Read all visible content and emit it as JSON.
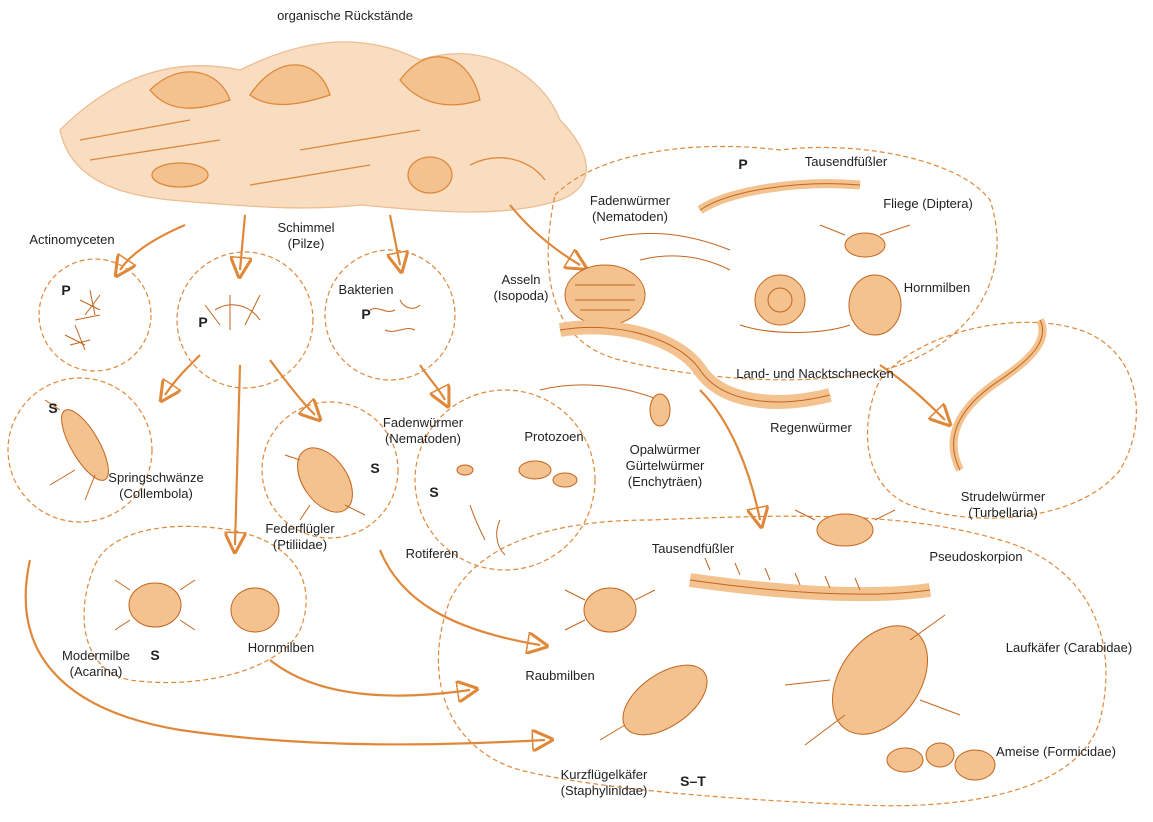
{
  "colors": {
    "ink": "#e0883a",
    "fill": "#f3c28f",
    "dark": "#c4651e",
    "text": "#222222"
  },
  "labels": {
    "residues": "organische Rückstände",
    "actinomyceten": "Actinomyceten",
    "schimmel": [
      "Schimmel",
      "(Pilze)"
    ],
    "bakterien": "Bakterien",
    "asseln": [
      "Asseln",
      "(Isopoda)"
    ],
    "fadenwuermer_top": [
      "Fadenwürmer",
      "(Nematoden)"
    ],
    "tausendfuessler_top": "Tausendfüßler",
    "fliege": "Fliege (Diptera)",
    "hornmilben_top": "Hornmilben",
    "schnecken": "Land- und Nacktschnecken",
    "regenwuermer": "Regenwürmer",
    "opalwuermer": [
      "Opalwürmer",
      "Gürtelwürmer",
      "(Enchyträen)"
    ],
    "fadenwuermer_mid": [
      "Fadenwürmer",
      "(Nematoden)"
    ],
    "protozoen": "Protozoen",
    "rotiferen": "Rotiferen",
    "springschwaenze": [
      "Springschwänze",
      "(Collembola)"
    ],
    "federfluegler": [
      "Federflügler",
      "(Ptiliidae)"
    ],
    "modermilbe": [
      "Modermilbe",
      "(Acarina)"
    ],
    "hornmilben_bottom": "Hornmilben",
    "raubmilben": "Raubmilben",
    "strudelwuermer": [
      "Strudelwürmer",
      "(Turbellaria)"
    ],
    "tausendfuessler_bottom": "Tausendfüßler",
    "pseudoskorpion": "Pseudoskorpion",
    "laufkaefer": "Laufkäfer (Carabidae)",
    "ameise": "Ameise (Formicidae)",
    "kurzfluegelkaefer": [
      "Kurzflügelkäfer",
      "(Staphylinidae)"
    ]
  },
  "tiers": {
    "p_actino": "P",
    "p_schimmel": "P",
    "p_bakterien": "P",
    "p_top": "P",
    "s_spring": "S",
    "s_feder": "S",
    "s_proto": "S",
    "s_moder": "S",
    "st_bottom": "S–T"
  }
}
